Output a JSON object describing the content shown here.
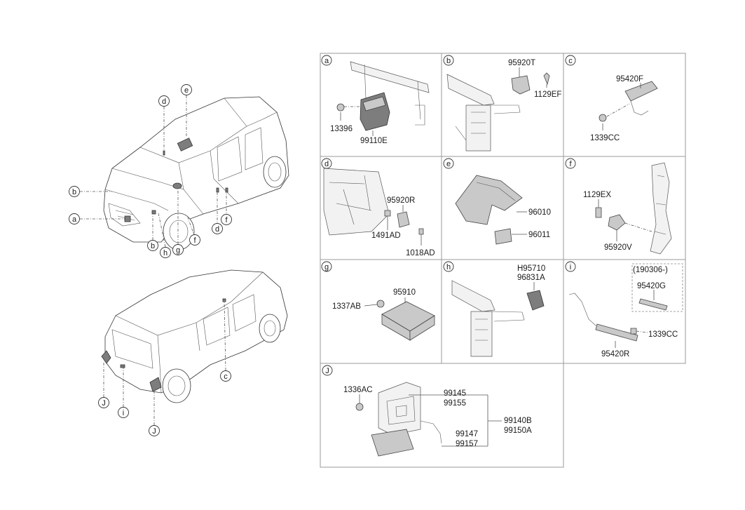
{
  "callouts": [
    "a",
    "b",
    "c",
    "d",
    "e",
    "f",
    "g",
    "h",
    "i",
    "J"
  ],
  "panels": {
    "a": {
      "letter": "a",
      "labels": [
        "13396",
        "99110E"
      ]
    },
    "b": {
      "letter": "b",
      "labels": [
        "95920T",
        "1129EF"
      ]
    },
    "c": {
      "letter": "c",
      "labels": [
        "95420F",
        "1339CC"
      ]
    },
    "d": {
      "letter": "d",
      "labels": [
        "95920R",
        "1491AD",
        "1018AD"
      ]
    },
    "e": {
      "letter": "e",
      "labels": [
        "96010",
        "96011"
      ]
    },
    "f": {
      "letter": "f",
      "labels": [
        "1129EX",
        "95920V"
      ]
    },
    "g": {
      "letter": "g",
      "labels": [
        "1337AB",
        "95910"
      ]
    },
    "h": {
      "letter": "h",
      "labels": [
        "H95710",
        "96831A"
      ]
    },
    "i": {
      "letter": "i",
      "note": "(190306-)",
      "labels": [
        "95420G",
        "1339CC",
        "95420R"
      ]
    },
    "j": {
      "letter": "J",
      "labels": [
        "1336AC",
        "99145",
        "99155",
        "99140B",
        "99150A",
        "99147",
        "99157"
      ]
    }
  }
}
